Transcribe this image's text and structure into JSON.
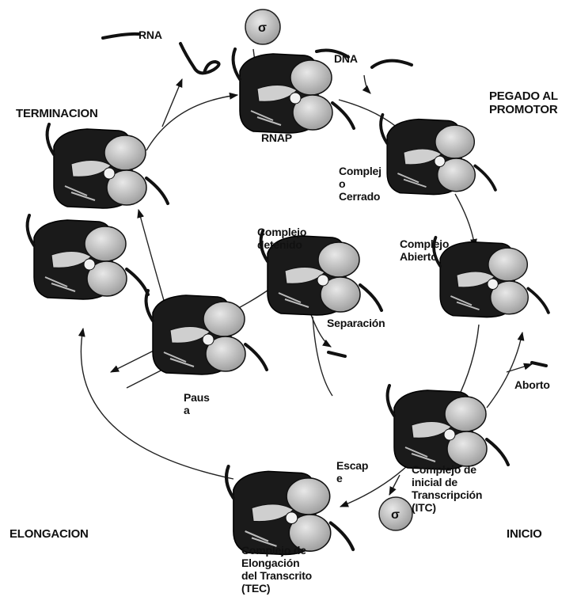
{
  "stages": {
    "terminacion": "TERMINACION",
    "pegado": "PEGADO AL\nPROMOTOR",
    "elongacion": "ELONGACION",
    "inicio": "INICIO"
  },
  "labels": {
    "rna": "RNA",
    "dna": "DNA",
    "rnap": "RNAP",
    "sigma": "σ",
    "complejo_cerrado": "Complej\no\nCerrado",
    "complejo_abierto": "Complejo\nAbierto",
    "complejo_detenido": "Complejo\ndetenido",
    "separacion": "Separación",
    "aborto": "Aborto",
    "pausa": "Paus\na",
    "escape": "Escap\ne",
    "itc": "Complejo de\ninicial de\nTranscripción\n(ITC)",
    "tec": "Complejo de\nElongación\ndel Transcrito\n(TEC)"
  }
}
